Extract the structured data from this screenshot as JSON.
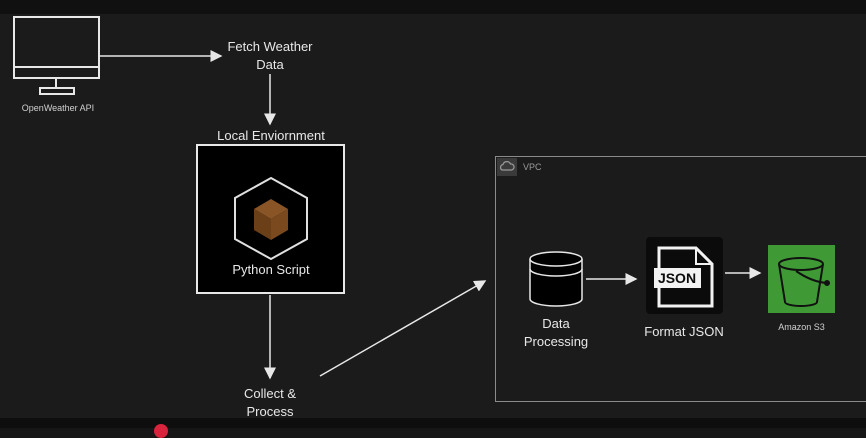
{
  "nodes": {
    "openweather_api": "OpenWeather API",
    "fetch_weather": "Fetch Weather\nData",
    "local_environment": "Local Enviornment",
    "python_script": "Python Script",
    "collect_process": "Collect &\nProcess",
    "vpc": "VPC",
    "data_processing": "Data\nProcessing",
    "format_json": "Format JSON",
    "json_badge": "JSON",
    "amazon_s3": "Amazon S3"
  },
  "icons": {
    "monitor": "monitor-icon",
    "cube": "cube-icon",
    "cloud": "cloud-icon",
    "database": "database-icon",
    "json_file": "json-file-icon",
    "bucket": "bucket-icon"
  },
  "colors": {
    "background": "#1b1b1b",
    "stroke": "#e8e8e8",
    "cube": "#7a4a1e",
    "s3": "#3f9a36"
  }
}
